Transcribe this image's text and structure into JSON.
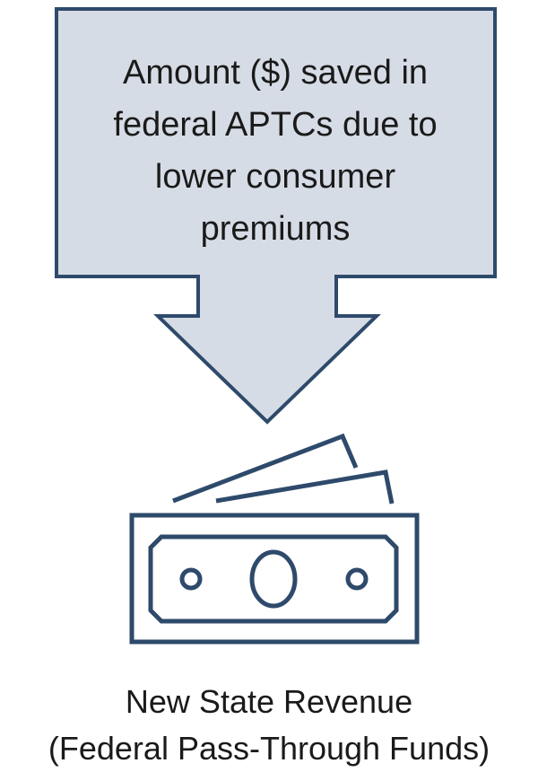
{
  "flow": {
    "source_lines": [
      "Amount ($) saved in",
      "federal APTCs due to",
      "lower consumer",
      "premiums"
    ],
    "target_lines": [
      "New State Revenue",
      "(Federal Pass-Through Funds)"
    ]
  },
  "style": {
    "box_fill": "#d6dce5",
    "stroke": "#2e4a6b",
    "text_color": "#1a1a1a"
  },
  "icons": {
    "flow_arrow": "down-arrow-icon",
    "target": "money-bills-icon"
  }
}
